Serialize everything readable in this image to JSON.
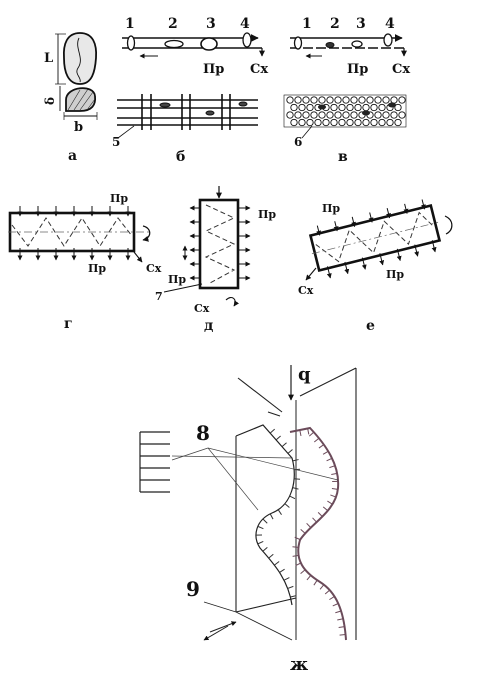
{
  "panels": {
    "a": {
      "caption": "а",
      "dim_length": "L",
      "dim_thickness": "δ",
      "dim_width": "b"
    },
    "b": {
      "caption": "б",
      "positions": [
        "1",
        "2",
        "3",
        "4"
      ],
      "pass_label": "Пр",
      "reject_label": "Сх",
      "part_label": "5"
    },
    "v": {
      "caption": "в",
      "positions": [
        "1",
        "2",
        "3",
        "4"
      ],
      "pass_label": "Пр",
      "reject_label": "Сх",
      "part_label": "6"
    },
    "g": {
      "caption": "г",
      "pass_top": "Пр",
      "pass_bottom": "Пр",
      "reject_label": "Сх"
    },
    "d": {
      "caption": "д",
      "pass_right": "Пр",
      "pass_left": "Пр",
      "reject_label": "Сх",
      "part_label": "7"
    },
    "e": {
      "caption": "е",
      "pass_top": "Пр",
      "pass_bottom": "Пр",
      "reject_label": "Сх"
    },
    "zh": {
      "caption": "ж",
      "feed_label": "q",
      "part_8": "8",
      "part_9": "9"
    }
  }
}
